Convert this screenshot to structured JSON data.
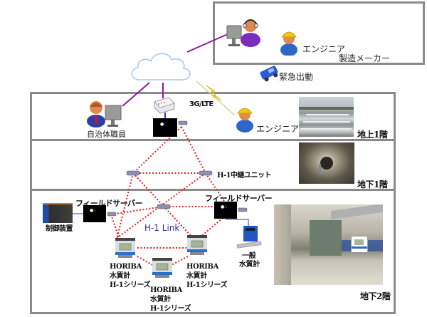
{
  "manufacturer_box": {
    "engineer_label": "エンジニア",
    "company_label": "製造メーカー"
  },
  "emergency_dispatch_label": "緊急出動",
  "network_label": "3G/LTE",
  "floors": [
    {
      "label": "地上1階",
      "people": [
        {
          "role": "municipal-staff",
          "label": "自治体職員"
        },
        {
          "role": "engineer",
          "label": "エンジニア"
        }
      ]
    },
    {
      "label": "地下1階",
      "relay_label": "H-1中継ユニット"
    },
    {
      "label": "地下2階",
      "field_server_left_label": "フィールドサーバー",
      "field_server_right_label": "フィールドサーバー",
      "controller_label": "制御装置",
      "link_label": "H-1 Link",
      "general_meter_label_line1": "一般",
      "general_meter_label_line2": "水質計",
      "horiba_meters": [
        {
          "line1": "HORIBA",
          "line2": "水質計",
          "line3": "H-1シリーズ"
        },
        {
          "line1": "HORIBA",
          "line2": "水質計",
          "line3": "H-1シリーズ"
        },
        {
          "line1": "HORIBA",
          "line2": "水質計",
          "line3": "H-1シリーズ"
        }
      ]
    }
  ],
  "colors": {
    "frame_border": "#8a8a8a",
    "internet_link": "#8e1a9c",
    "h1_link": "#e8201c",
    "wired_link": "#2a3ccf",
    "link_label": "#2f2fa8",
    "wireless_bolt": "#f2d21a"
  }
}
